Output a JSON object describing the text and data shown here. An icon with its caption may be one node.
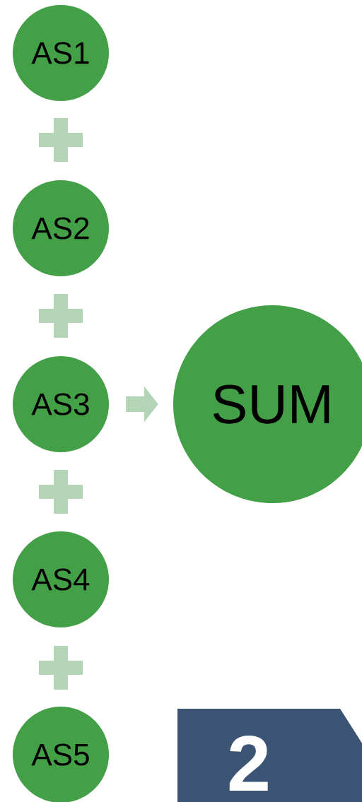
{
  "diagram": {
    "nodes": [
      {
        "text": [
          "AS1"
        ]
      },
      {
        "text": [
          "AS2"
        ]
      },
      {
        "text": [
          "AS3"
        ]
      },
      {
        "text": [
          "AS4"
        ]
      },
      {
        "text": [
          "AS5"
        ]
      },
      {
        "text": [
          "SUM"
        ]
      },
      {
        "text": [
          "2"
        ]
      }
    ],
    "edges": [
      {
        "from": 2,
        "to": 5,
        "arrow": "to"
      }
    ]
  }
}
